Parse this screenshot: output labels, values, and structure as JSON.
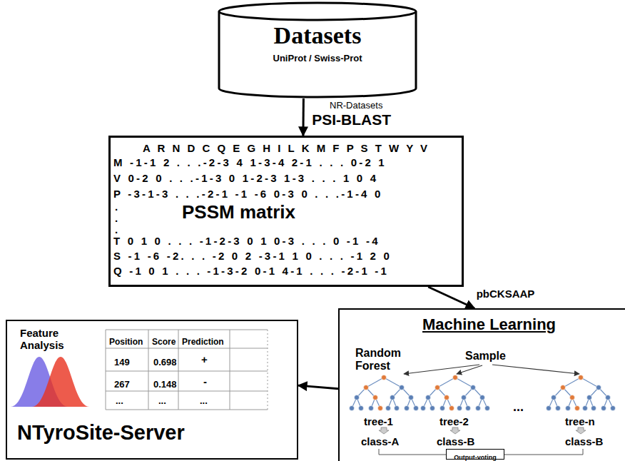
{
  "diagram": {
    "nodes": [
      {
        "text": [
          "Datasets",
          "UniProt / Swiss-Prot"
        ]
      },
      {
        "text": [
          "A R N D C Q E G H I L K M F P S T W Y V",
          "M -1-1 2 . . .-2-3 4 1-3-4 2-1 . . . 0-2 1",
          "V 0-2 0 . . .-1-3 0 1-2-3 1-3 . . . 1 0 4",
          "P -3-1-3 . . .-2-1 -1 -6 0-3 0 . . .-1-4 0",
          ".",
          ".",
          ".",
          "PSSM matrix",
          "T 0 1 0 . . . -1-2-3 0 1 0-3 . . . 0 -1 -4",
          "S -1 -6 -2. . . -2 0 2 -3-1 1 0 . . . -1 2 0",
          "Q -1 0 1 . . . -1-3-2 0-1 4-1 . . . -2-1 -1"
        ]
      },
      {
        "text": [
          "Machine Learning",
          "Random Forest",
          "Sample",
          "tree-1",
          "tree-2",
          "...",
          "tree-n",
          "class-A",
          "class-B",
          "class-B"
        ]
      },
      {
        "text": [
          "Output-voting"
        ],
        "in": 2
      },
      {
        "text": [
          "Feature Analysis",
          "Position",
          "Score",
          "Prediction",
          "149",
          "0.698",
          "+",
          "267",
          "0.148",
          "-",
          "...",
          "...",
          "...",
          "NTyroSite-Server"
        ]
      }
    ],
    "edges": [
      {
        "from": 0,
        "to": 1,
        "arrow": "to",
        "label": "PSI-BLAST"
      },
      {
        "from": 1,
        "to": 2,
        "arrow": "to",
        "label": "pbCKSAAP"
      },
      {
        "from": 2,
        "to": 4,
        "arrow": "to"
      }
    ],
    "labels": [
      "NR-Datasets"
    ]
  }
}
